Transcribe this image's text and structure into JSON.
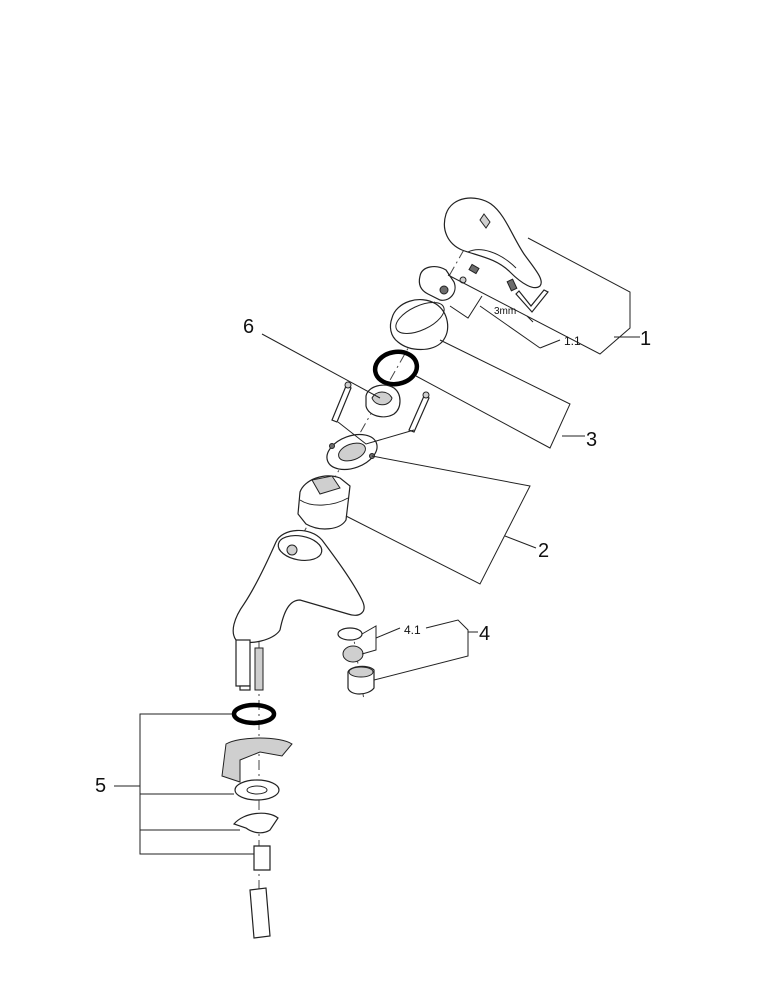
{
  "labels": {
    "part_1": "1",
    "part_1_1": "1.1",
    "tool_size": "3mm",
    "part_2": "2",
    "part_3": "3",
    "part_4": "4",
    "part_4_1": "4.1",
    "part_5": "5",
    "part_6": "6"
  }
}
